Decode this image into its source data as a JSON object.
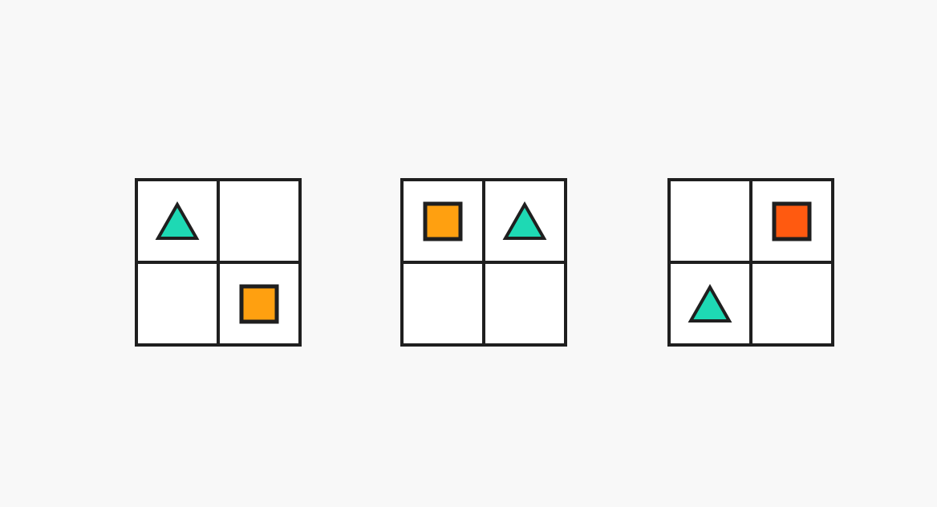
{
  "panels": [
    {
      "cells": [
        {
          "shape": "triangle",
          "color": "#1ed9b4"
        },
        {
          "shape": "none",
          "color": ""
        },
        {
          "shape": "none",
          "color": ""
        },
        {
          "shape": "square",
          "color": "#ffa010"
        }
      ]
    },
    {
      "cells": [
        {
          "shape": "square",
          "color": "#ffa010"
        },
        {
          "shape": "triangle",
          "color": "#1ed9b4"
        },
        {
          "shape": "none",
          "color": ""
        },
        {
          "shape": "none",
          "color": ""
        }
      ]
    },
    {
      "cells": [
        {
          "shape": "none",
          "color": ""
        },
        {
          "shape": "square",
          "color": "#ff5a10"
        },
        {
          "shape": "triangle",
          "color": "#1ed9b4"
        },
        {
          "shape": "none",
          "color": ""
        }
      ]
    }
  ],
  "colors": {
    "outline": "#1f1f1f",
    "background": "#f8f8f8"
  }
}
